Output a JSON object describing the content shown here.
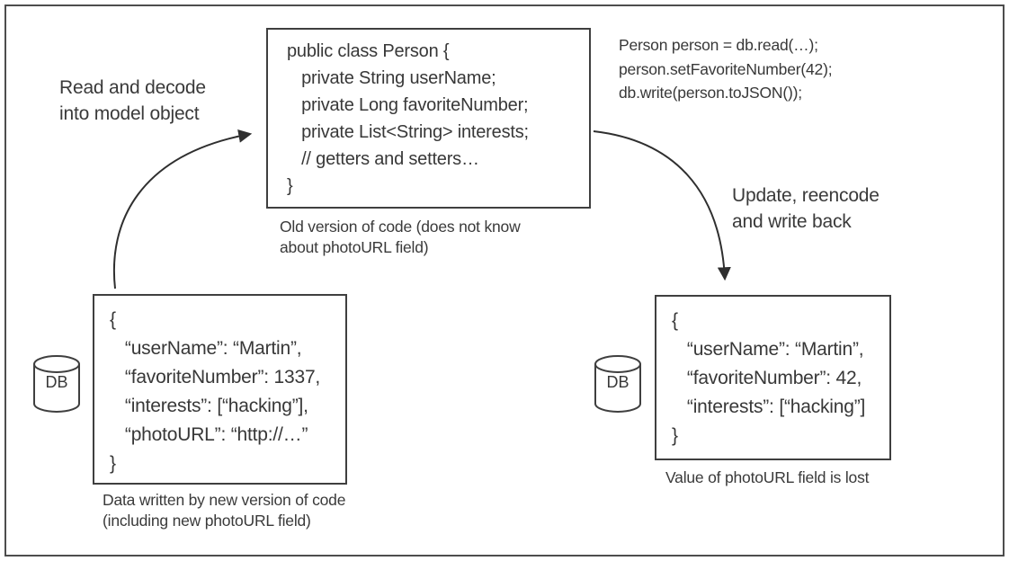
{
  "labels": {
    "read_decode": "Read and decode\ninto model object",
    "update_write": "Update, reencode\nand write back"
  },
  "old_code": {
    "code": "public class Person {\n   private String userName;\n   private Long favoriteNumber;\n   private List<String> interests;\n   // getters and setters…\n}",
    "caption": "Old version of code (does not know\nabout photoURL field)"
  },
  "update_snippet": {
    "code": "Person person = db.read(…);\nperson.setFavoriteNumber(42);\ndb.write(person.toJSON());"
  },
  "db_old": {
    "label": "DB"
  },
  "db_new": {
    "label": "DB"
  },
  "json_old": {
    "content": "{\n   “userName”: “Martin”,\n   “favoriteNumber”: 1337,\n   “interests”: [“hacking”],\n   “photoURL”: “http://…”\n}",
    "caption": "Data written by new version of code\n(including new photoURL field)"
  },
  "json_new": {
    "content": "{\n   “userName”: “Martin”,\n   “favoriteNumber”: 42,\n   “interests”: [“hacking”]\n}",
    "caption": "Value of photoURL field is lost"
  },
  "colors": {
    "stroke": "#3f3f3f",
    "text": "#3a3a3a",
    "background": "#ffffff"
  }
}
